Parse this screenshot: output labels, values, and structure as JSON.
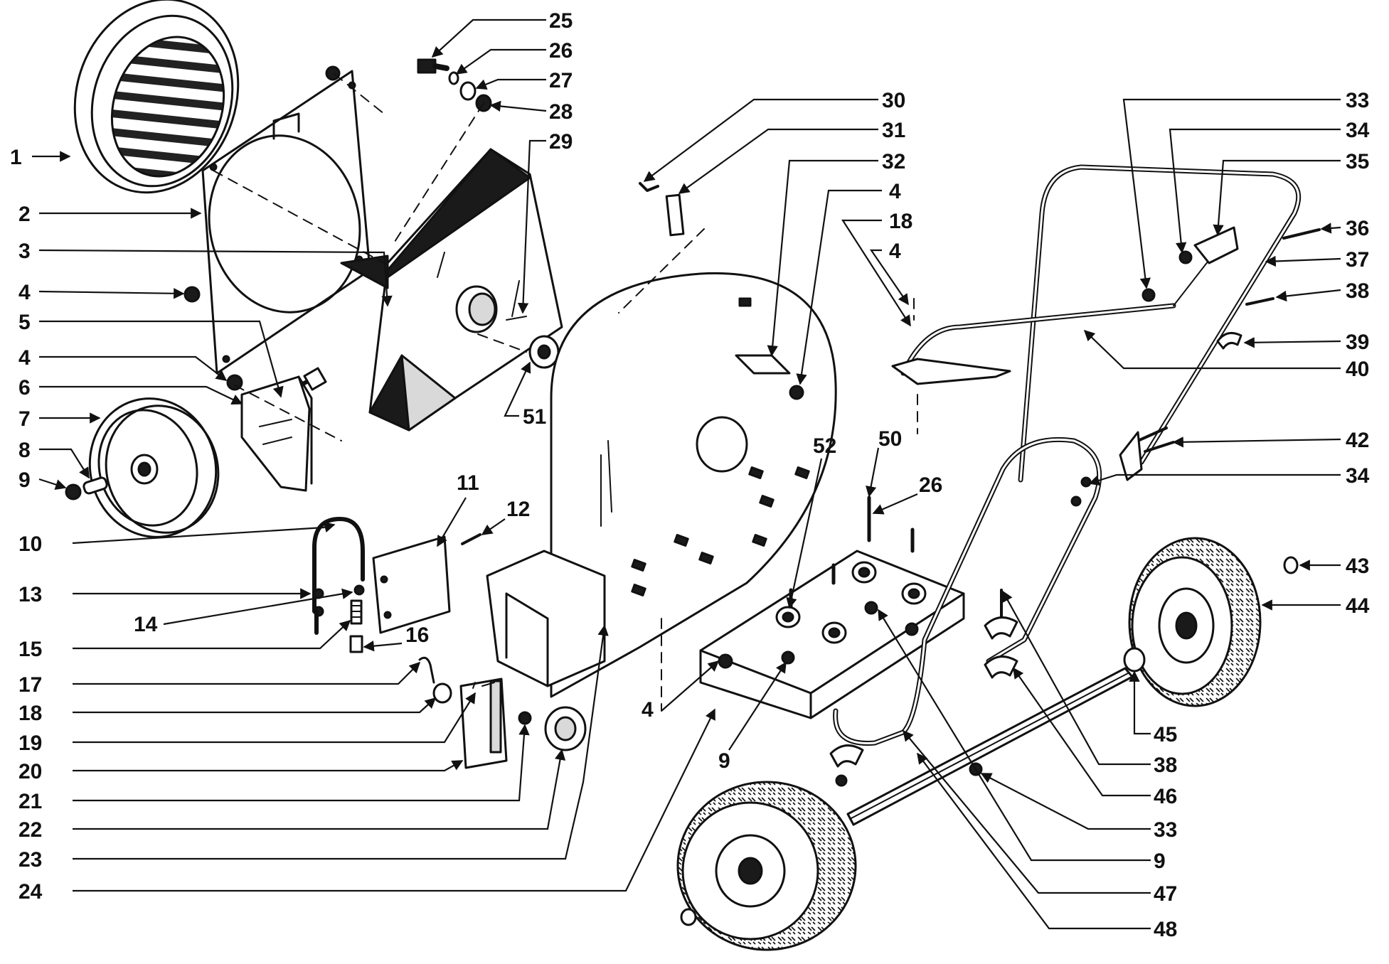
{
  "colors": {
    "ink": "#111111",
    "paper": "#ffffff"
  },
  "callouts": [
    {
      "id": "c1",
      "label": "1"
    },
    {
      "id": "c2",
      "label": "2"
    },
    {
      "id": "c3",
      "label": "3"
    },
    {
      "id": "c4a",
      "label": "4"
    },
    {
      "id": "c5",
      "label": "5"
    },
    {
      "id": "c4b",
      "label": "4"
    },
    {
      "id": "c6",
      "label": "6"
    },
    {
      "id": "c7",
      "label": "7"
    },
    {
      "id": "c8",
      "label": "8"
    },
    {
      "id": "c9a",
      "label": "9"
    },
    {
      "id": "c10",
      "label": "10"
    },
    {
      "id": "c11",
      "label": "11"
    },
    {
      "id": "c12",
      "label": "12"
    },
    {
      "id": "c13",
      "label": "13"
    },
    {
      "id": "c14",
      "label": "14"
    },
    {
      "id": "c15",
      "label": "15"
    },
    {
      "id": "c16",
      "label": "16"
    },
    {
      "id": "c17",
      "label": "17"
    },
    {
      "id": "c18a",
      "label": "18"
    },
    {
      "id": "c19",
      "label": "19"
    },
    {
      "id": "c20",
      "label": "20"
    },
    {
      "id": "c21",
      "label": "21"
    },
    {
      "id": "c22",
      "label": "22"
    },
    {
      "id": "c23",
      "label": "23"
    },
    {
      "id": "c24",
      "label": "24"
    },
    {
      "id": "c25",
      "label": "25"
    },
    {
      "id": "c26a",
      "label": "26"
    },
    {
      "id": "c27",
      "label": "27"
    },
    {
      "id": "c28",
      "label": "28"
    },
    {
      "id": "c29",
      "label": "29"
    },
    {
      "id": "c51",
      "label": "51"
    },
    {
      "id": "c30",
      "label": "30"
    },
    {
      "id": "c31",
      "label": "31"
    },
    {
      "id": "c32",
      "label": "32"
    },
    {
      "id": "c4c",
      "label": "4"
    },
    {
      "id": "c18b",
      "label": "18"
    },
    {
      "id": "c4d",
      "label": "4"
    },
    {
      "id": "c52",
      "label": "52"
    },
    {
      "id": "c50",
      "label": "50"
    },
    {
      "id": "c26b",
      "label": "26"
    },
    {
      "id": "c4e",
      "label": "4"
    },
    {
      "id": "c9b",
      "label": "9"
    },
    {
      "id": "c33a",
      "label": "33"
    },
    {
      "id": "c34a",
      "label": "34"
    },
    {
      "id": "c35",
      "label": "35"
    },
    {
      "id": "c36",
      "label": "36"
    },
    {
      "id": "c37",
      "label": "37"
    },
    {
      "id": "c38a",
      "label": "38"
    },
    {
      "id": "c39",
      "label": "39"
    },
    {
      "id": "c40",
      "label": "40"
    },
    {
      "id": "c42",
      "label": "42"
    },
    {
      "id": "c34b",
      "label": "34"
    },
    {
      "id": "c43",
      "label": "43"
    },
    {
      "id": "c44",
      "label": "44"
    },
    {
      "id": "c45",
      "label": "45"
    },
    {
      "id": "c38b",
      "label": "38"
    },
    {
      "id": "c46",
      "label": "46"
    },
    {
      "id": "c33b",
      "label": "33"
    },
    {
      "id": "c9c",
      "label": "9"
    },
    {
      "id": "c47",
      "label": "47"
    },
    {
      "id": "c48",
      "label": "48"
    }
  ]
}
